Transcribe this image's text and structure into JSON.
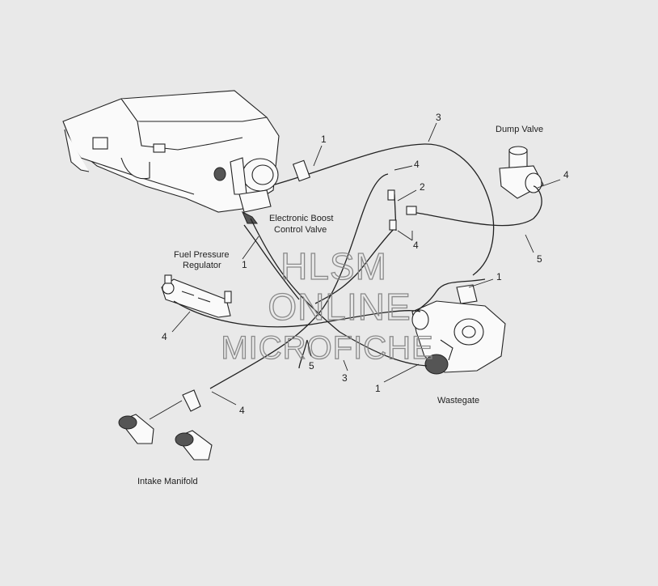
{
  "labels": {
    "dump_valve": "Dump Valve",
    "boost_valve_line1": "Electronic Boost",
    "boost_valve_line2": "Control Valve",
    "fuel_reg_line1": "Fuel Pressure",
    "fuel_reg_line2": "Regulator",
    "wastegate": "Wastegate",
    "intake_manifold": "Intake Manifold"
  },
  "callouts": {
    "c1_top": "1",
    "c3_top": "3",
    "c4_top": "4",
    "c2": "2",
    "c4_mid": "4",
    "c4_dump": "4",
    "c5_right": "5",
    "c1_fuel": "1",
    "c1_wg": "1",
    "c4_left": "4",
    "c5_bottom": "5",
    "c3_bottom": "3",
    "c1_bottom": "1",
    "c4_bottom": "4"
  },
  "watermark": {
    "line1": "HLSM",
    "line2": "ONLINE",
    "line3": "MICROFICHE"
  },
  "colors": {
    "background": "#e9e9e9",
    "ink": "#222222",
    "watermark": "#8a8a8a"
  }
}
